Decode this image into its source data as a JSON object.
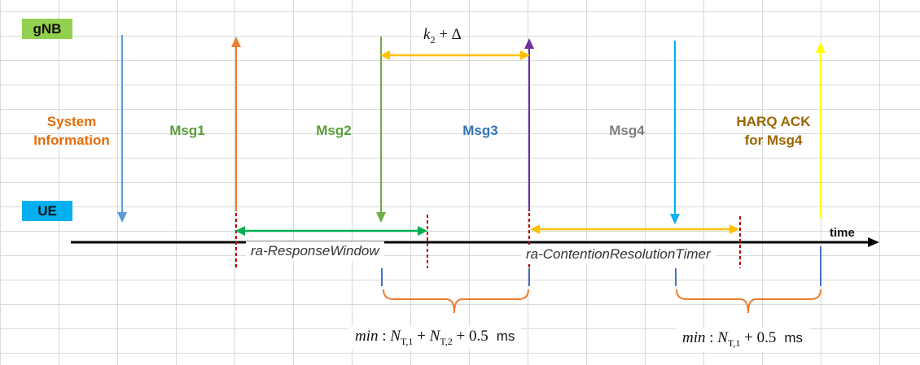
{
  "nodes": {
    "gnb": "gNB",
    "ue": "UE"
  },
  "messages": [
    {
      "id": "si",
      "label": "System\nInformation",
      "color": "#e46c0a"
    },
    {
      "id": "msg1",
      "label": "Msg1",
      "color": "#5a9e3a"
    },
    {
      "id": "msg2",
      "label": "Msg2",
      "color": "#5a9e3a"
    },
    {
      "id": "msg3",
      "label": "Msg3",
      "color": "#2e75b6"
    },
    {
      "id": "msg4",
      "label": "Msg4",
      "color": "#7f7f7f"
    },
    {
      "id": "harq",
      "label": "HARQ ACK\nfor Msg4",
      "color": "#9c6500"
    }
  ],
  "timers": {
    "response_window": "ra-ResponseWindow",
    "contention_resolution": "ra-ContentionResolutionTimer"
  },
  "formulas": {
    "k2_delta": {
      "k": "k",
      "sub": "2",
      "rest": " + Δ"
    },
    "min1": {
      "prefix": "min",
      "sep": " : ",
      "n": "N",
      "sub_a": "T,1",
      "plus": " + ",
      "sub_b": "T,2",
      "tail": " + 0.5",
      "unit": "ms"
    },
    "min2": {
      "prefix": "min",
      "sep": " : ",
      "n": "N",
      "sub_a": "T,1",
      "tail": " + 0.5",
      "unit": "ms"
    }
  },
  "axis": {
    "label": "time"
  },
  "colors": {
    "si_arrow": "#5b9bd5",
    "msg1_arrow": "#ed7d31",
    "msg2_arrow": "#70ad47",
    "msg3_arrow": "#7030a0",
    "msg4_arrow": "#00b0f0",
    "harq_arrow": "#ffff00",
    "k2_arrow": "#ffc000",
    "response_window_arrow": "#00b050",
    "contention_arrow": "#ffc000",
    "brace": "#ed7d31",
    "dashed_marker": "#c00000",
    "ticks": "#4472c4"
  }
}
